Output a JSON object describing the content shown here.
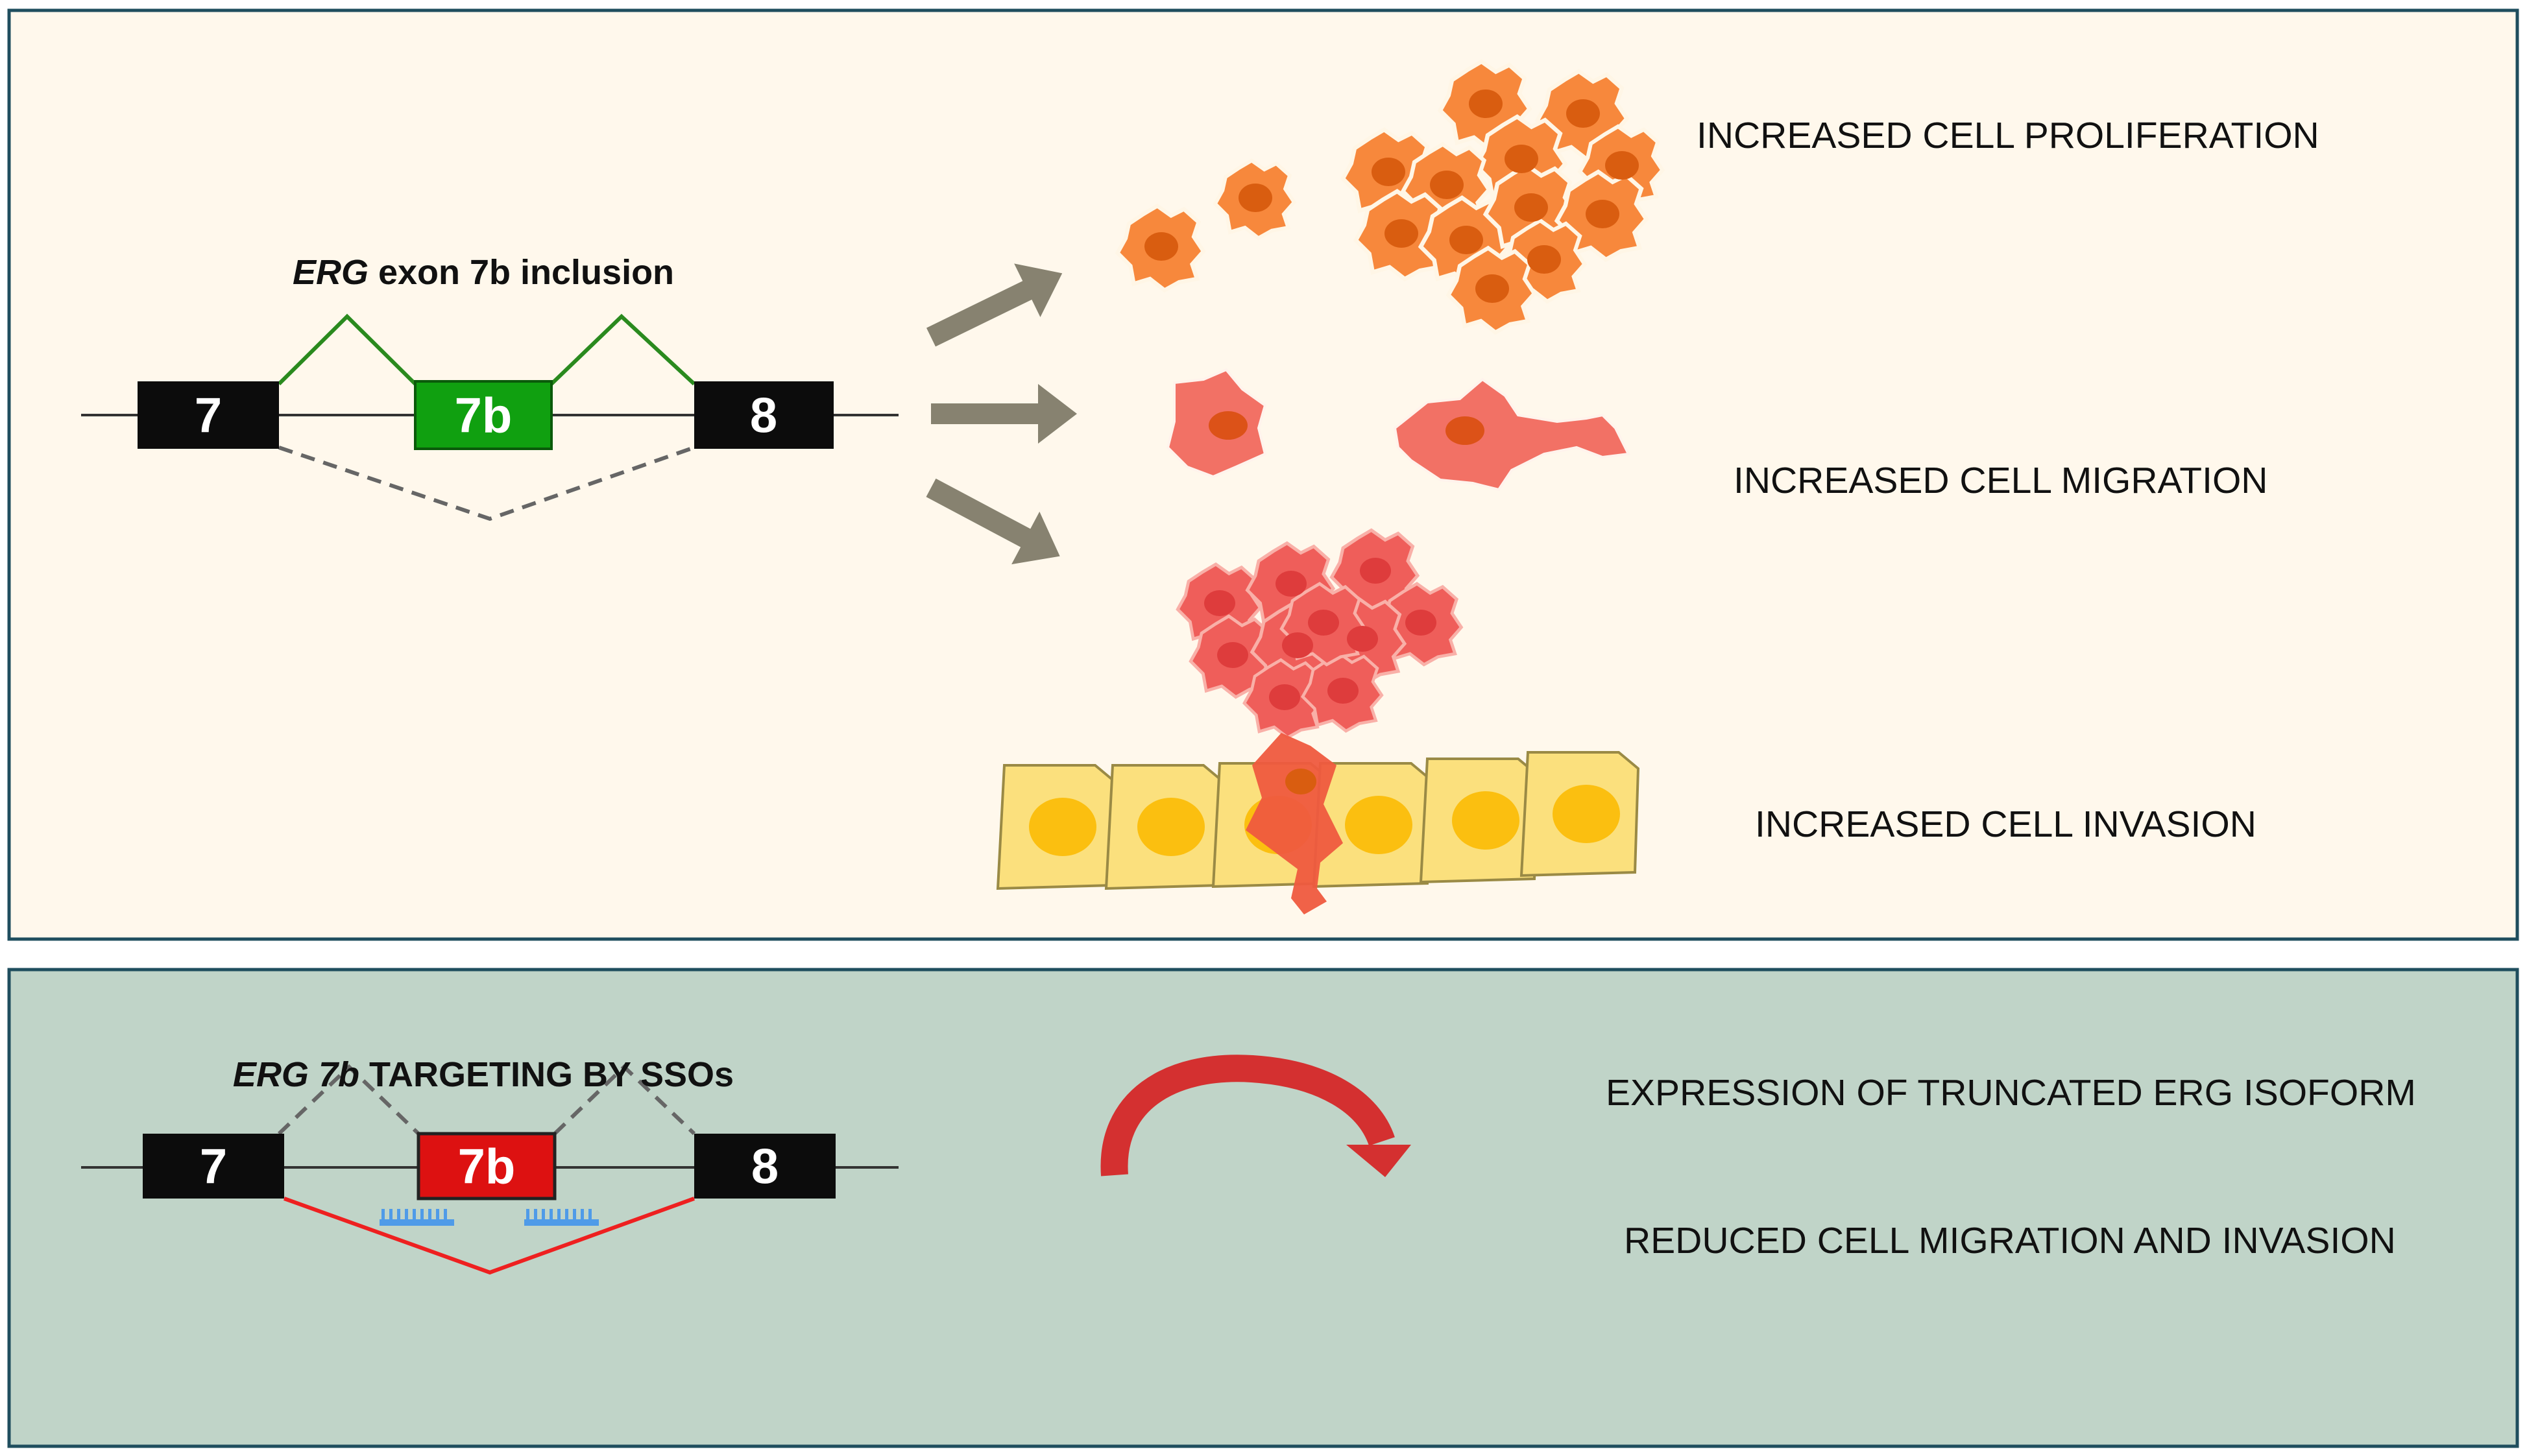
{
  "top_panel": {
    "title_italic": "ERG",
    "title_rest": " exon 7b inclusion",
    "exons": {
      "left": "7",
      "middle": "7b",
      "right": "8"
    },
    "outcomes": [
      "INCREASED CELL PROLIFERATION",
      "INCREASED CELL MIGRATION",
      "INCREASED CELL INVASION"
    ]
  },
  "bottom_panel": {
    "title_italic": "ERG 7b",
    "title_rest": " TARGETING BY SSOs",
    "exons": {
      "left": "7",
      "middle": "7b",
      "right": "8"
    },
    "outcomes": [
      "EXPRESSION OF TRUNCATED ERG ISOFORM",
      "REDUCED CELL MIGRATION AND INVASION"
    ]
  },
  "colors": {
    "top_background": "#fff8ec",
    "bottom_background": "#c0d4c8",
    "panel_border": "#1f4e5e",
    "exon_included": "#10a010",
    "exon_skipped": "#dd1111",
    "exon_constitutive": "#0c0c0c",
    "arrow_gray": "#878270",
    "curved_arrow": "#d43030",
    "sso_blue": "#4f9be8"
  }
}
